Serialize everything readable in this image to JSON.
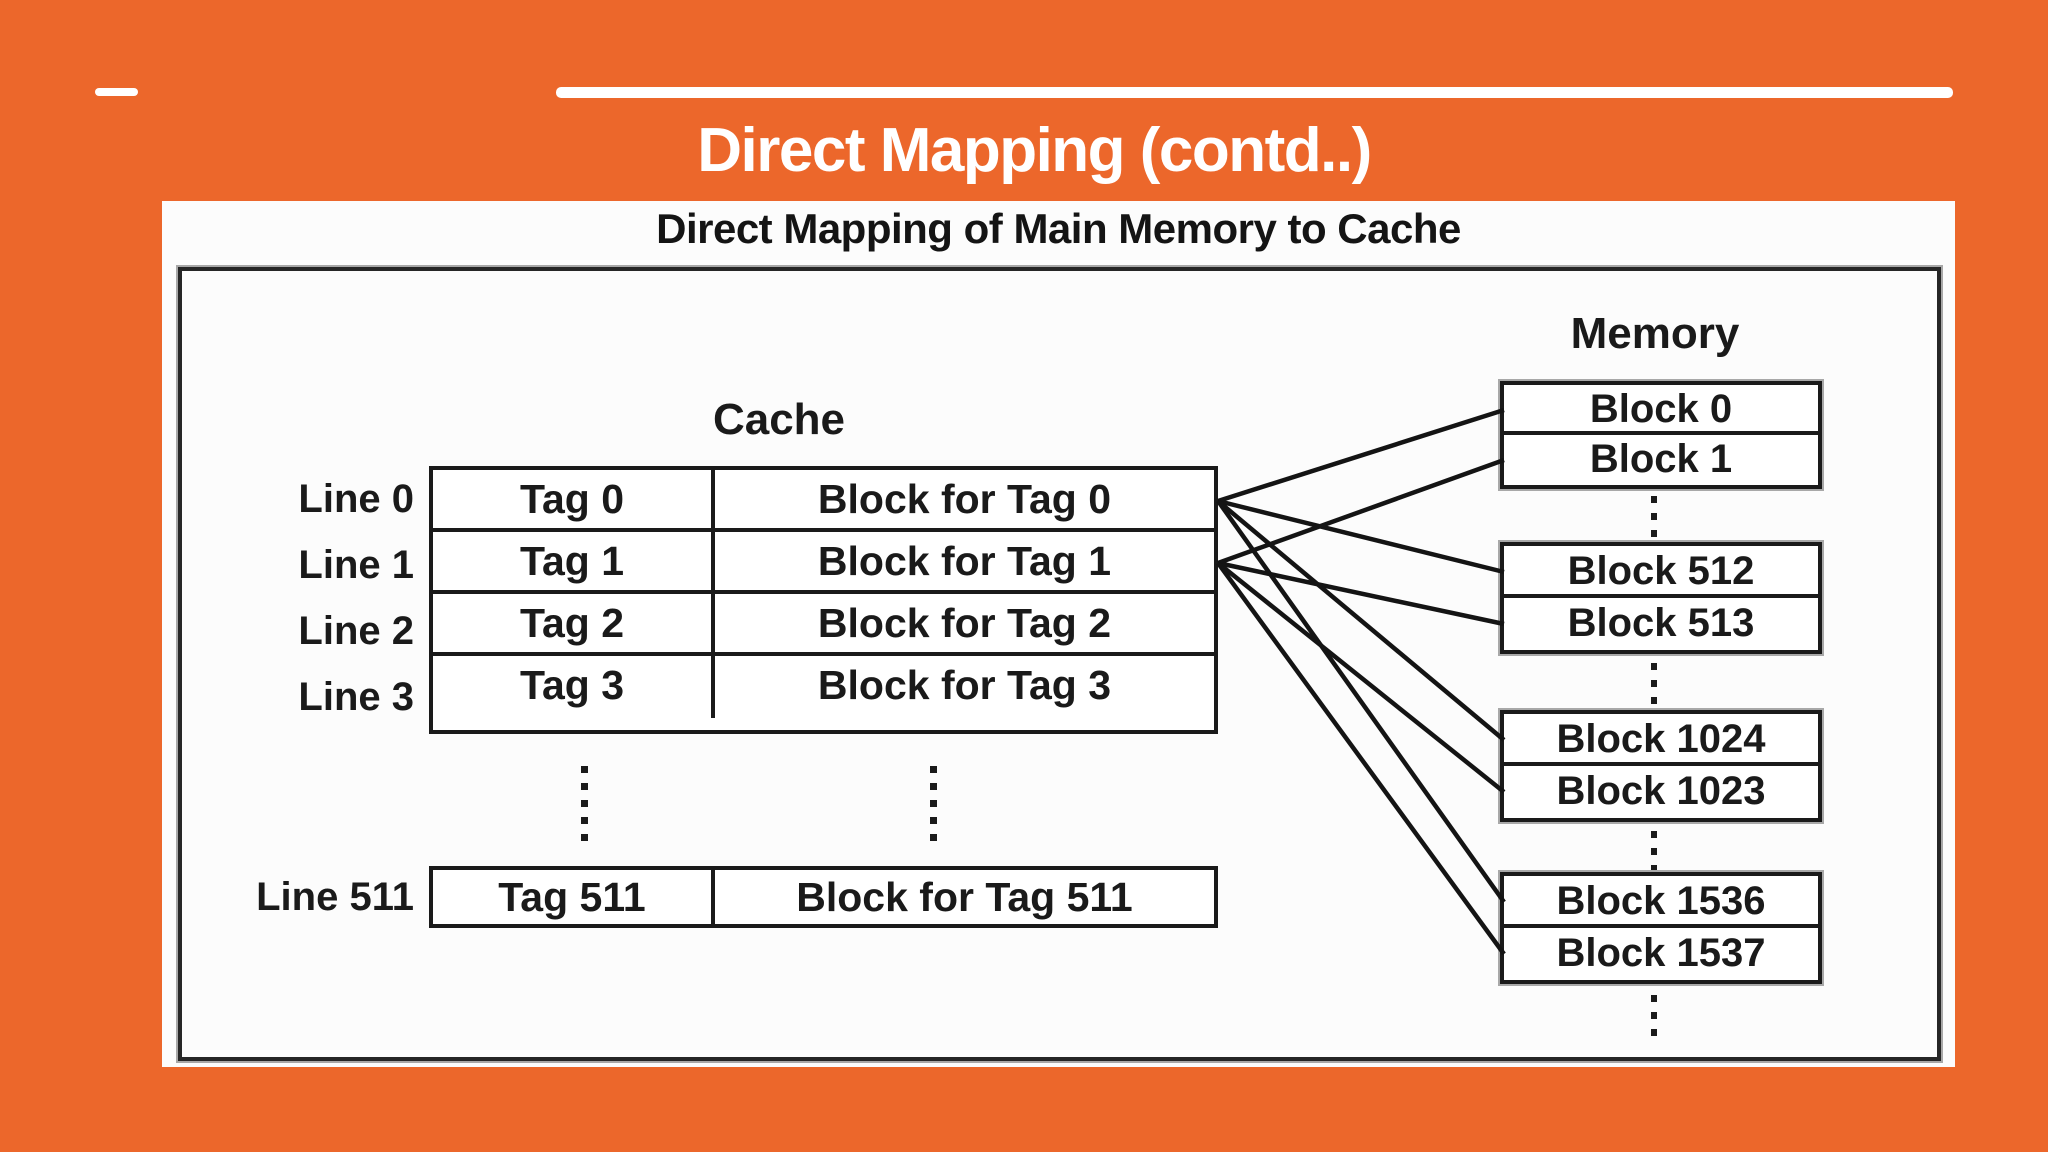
{
  "slide": {
    "title": "Direct Mapping (contd..)",
    "heading": "Direct Mapping of Main Memory to Cache",
    "colors": {
      "background": "#EC672B",
      "panel": "#FCFCFC",
      "ink": "#1a1a1a",
      "title_text": "#FFFFFF"
    }
  },
  "cache": {
    "label": "Cache",
    "rows": [
      {
        "line": "Line 0",
        "tag": "Tag 0",
        "block": "Block for Tag 0"
      },
      {
        "line": "Line 1",
        "tag": "Tag 1",
        "block": "Block for Tag 1"
      },
      {
        "line": "Line 2",
        "tag": "Tag 2",
        "block": "Block for Tag 2"
      },
      {
        "line": "Line 3",
        "tag": "Tag 3",
        "block": "Block for Tag 3"
      }
    ],
    "last_row": {
      "line": "Line 511",
      "tag": "Tag 511",
      "block": "Block for Tag 511"
    }
  },
  "memory": {
    "label": "Memory",
    "groups": [
      [
        "Block 0",
        "Block 1"
      ],
      [
        "Block 512",
        "Block 513"
      ],
      [
        "Block 1024",
        "Block 1023"
      ],
      [
        "Block 1536",
        "Block 1537"
      ]
    ]
  },
  "mappings": [
    {
      "from_row": 0,
      "to_blocks": [
        "Block 0",
        "Block 512",
        "Block 1024",
        "Block 1536"
      ]
    },
    {
      "from_row": 1,
      "to_blocks": [
        "Block 1",
        "Block 513",
        "Block 1023",
        "Block 1537"
      ]
    }
  ]
}
